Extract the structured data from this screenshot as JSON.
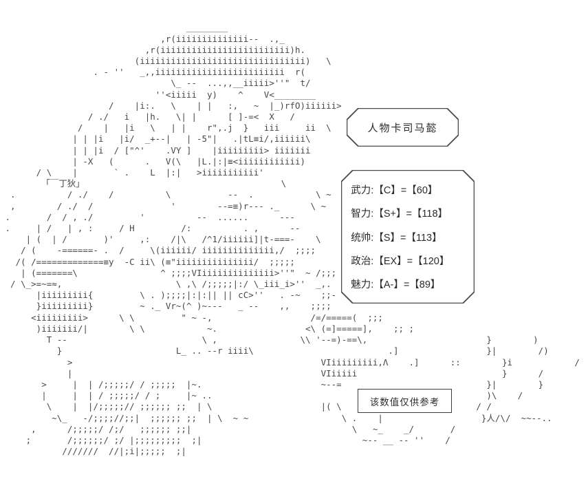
{
  "page": {
    "background": "#ffffff",
    "art_ink": "#474747",
    "text_ink": "#2b2b2b"
  },
  "title_box": {
    "text": "人物卡司马懿"
  },
  "stats_box": {
    "stats": [
      {
        "label": "武力",
        "grade": "C",
        "value": "60",
        "text": "武力:【C】=【60】"
      },
      {
        "label": "智力",
        "grade": "S+",
        "value": "118",
        "text": "智力:【S+】=【118】"
      },
      {
        "label": "统帅",
        "grade": "S",
        "value": "113",
        "text": "统帅:【S】=【113】"
      },
      {
        "label": "政治",
        "grade": "EX",
        "value": "120",
        "text": "政治:【EX】=【120】"
      },
      {
        "label": "魅力",
        "grade": "A-",
        "value": "89",
        "text": "魅力:【A-】=【89】"
      }
    ]
  },
  "note_box": {
    "text": "该数值仅供参考"
  },
  "ascii_art": {
    "lines": [
      "",
      "",
      "                                    ________",
      "                               ,r(iiiiiiiiiiiiii--  .,_",
      "                            ,r(iiiiiiiiiiiiiiiiiiiiiiiii)h.",
      "                          (iiiiiiiiiiiiiiiiiiiiiiiiiiiiiiii)   \\",
      "                  . - ''   _,,iiiiiiiiiiiiiiiiiiiiiiiii  r(",
      "                                 \\_ --  ...,,__iiiii>''\"  t/",
      "                              ''<iiiii  y)    ^    V<________",
      "                     /    |i:.   \\    | |   :,   ~  |_)rfO)iiiiii>",
      "                 / ./   i   |h.   \\| |      [ ]-=<  X   /",
      "               /    |   |i   \\   | |    r\",.j  }   iii     ii  \\",
      "              | | |i   |i/  _+--|   | -5\"|   .|tL≡i/,iiiiii\\",
      "              | | |i  / [\"^'    .VY ]    |iiiiiiiii> iiiiiii",
      "              | -X   (      .   V(\\   |L.|:|≡<iiiiiiiiiiii)",
      "       / \\    |       ` .    L  |:|   >iiiiiiiiiii'",
      "        「￣丁狄」                                      \\",
      "  .          / ./    /          \\           --  .            \\ ~",
      "  ,        / ./  /               '        --=≡)r--- ._      \\ ~",
      " .       /  / , ./         '          --  ......      ---",
      " .     | /   | , :     / H         /:          . ,      --        \\",
      "     | (  | /       )'     ,:    /|\\   /^1/iiiiii]|t-===-    \\",
      "    / (    -======- .  /     \\(iiiiii/ iiiiiiiiiiiiii,/  ;;;;",
      "   /( /=============≡y  -C ii\\ (≡\"iiiiiiiiiiiiiii/  ;;;;;",
      "    | (=======\\                ^ ;;;;VIiiiiiiiiiiiiii>''\"  ~ /;;;",
      "  / \\_>=~=≈,                      \\ ,\\ /;;;;;|:/ \\_iii_i>''  _,.",
      "       |iiiiiiiii{         \\ . );;;;|:|:|| || cC>''   . -~    ;;-",
      "       }iiiiiiiii}         ~ ._ Vr~(^ )~---   _ --    ,,    ;;;;",
      "      <iiiiiiiii>      \\ \\         \" ~ -,                   /=/=====(  ;;;",
      "       )iiiiiii/|        \\ \\            ~.                 <\\ (=]=====],    ;; ;",
      "         T --                          \\ ,                \\\\ '--=)-==\\,                       }        )",
      "           }                      L_ .. --r iiii\\                          .]                 }|        /)",
      "             >                                                VIiiiiiiiii,Λ    .]      ::        }i            /",
      "             |                                                VIiiiii                            }      /",
      "        >     |  | /;;;;;/ / ;;;;;  |~.                       ~--=                            }|        }",
      "        |     |  | / ;;;;;/ / ;     |~ ..                                                     )\\    /",
      "         \\    |  |/;;;;;// ;;;;;; ;;  | \\                     |( \\                          / /",
      "          ~\\_   -/;;;;//;;|  ;;;;;; ;;  | \\  ~ ~                  \\ .    |                   }人/\\/  ~~--..",
      "      ,      /;;;;;/ /;/   ;;;;;; ;;|                               \\   ~_    _/       /",
      "     ;       /;;;;;;/ ;/ |;;;;;;;;;  ;|                               ~-- __ -- ''    /",
      "            ///////  //|;i|;;;;;  ;|",
      "",
      ""
    ]
  }
}
